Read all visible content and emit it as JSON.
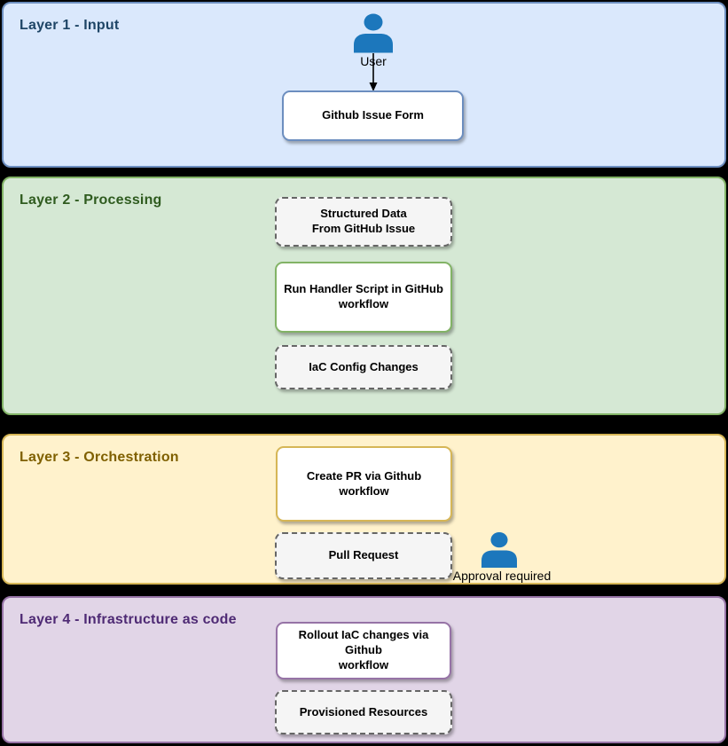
{
  "diagram_title": "Layered GitHub IaC workflow diagram",
  "colors": {
    "page_background": "#000000",
    "layer1_fill": "#dae8fc",
    "layer1_stroke": "#6c8ebf",
    "layer1_title": "#1e4566",
    "layer2_fill": "#d5e8d4",
    "layer2_stroke": "#82b366",
    "layer2_title": "#2f5b1f",
    "layer3_fill": "#fff2cc",
    "layer3_stroke": "#d6b656",
    "layer3_title": "#7f6000",
    "layer4_fill": "#e1d5e7",
    "layer4_stroke": "#9673a6",
    "layer4_title": "#4e2a74",
    "dashed_fill": "#f5f5f5",
    "dashed_stroke": "#666666",
    "actor_blue": "#1c77bc",
    "node_fill": "#ffffff",
    "text": "#000000"
  },
  "layers": [
    {
      "title": "Layer 1 - Input"
    },
    {
      "title": "Layer 2 - Processing"
    },
    {
      "title": "Layer 3 - Orchestration"
    },
    {
      "title": "Layer 4 - Infrastructure as code"
    }
  ],
  "nodes": [
    {
      "id": "github-issue-form",
      "label": "Github Issue Form",
      "variant": "solid-blue",
      "layer": 1
    },
    {
      "id": "structured-data",
      "label": "Structured Data\nFrom GitHub Issue",
      "variant": "dashed",
      "layer": 2
    },
    {
      "id": "run-handler-script",
      "label": "Run Handler Script in GitHub\nworkflow",
      "variant": "solid-green",
      "layer": 2
    },
    {
      "id": "iac-config-changes",
      "label": "IaC Config Changes",
      "variant": "dashed",
      "layer": 2
    },
    {
      "id": "create-pr",
      "label": "Create PR via Github workflow",
      "variant": "solid-yellow",
      "layer": 3
    },
    {
      "id": "pull-request",
      "label": "Pull Request",
      "variant": "dashed",
      "layer": 3
    },
    {
      "id": "rollout-iac-changes",
      "label": "Rollout IaC changes via Github\nworkflow",
      "variant": "solid-purple",
      "layer": 4
    },
    {
      "id": "provisioned-resources",
      "label": "Provisioned Resources",
      "variant": "dashed",
      "layer": 4
    }
  ],
  "actors": [
    {
      "id": "user",
      "label": "User",
      "layer": 1
    },
    {
      "id": "approver",
      "label": "Approval required",
      "layer": 3
    }
  ],
  "edges": [
    {
      "from": "user",
      "to": "github-issue-form",
      "style": "solid-arrow"
    }
  ]
}
